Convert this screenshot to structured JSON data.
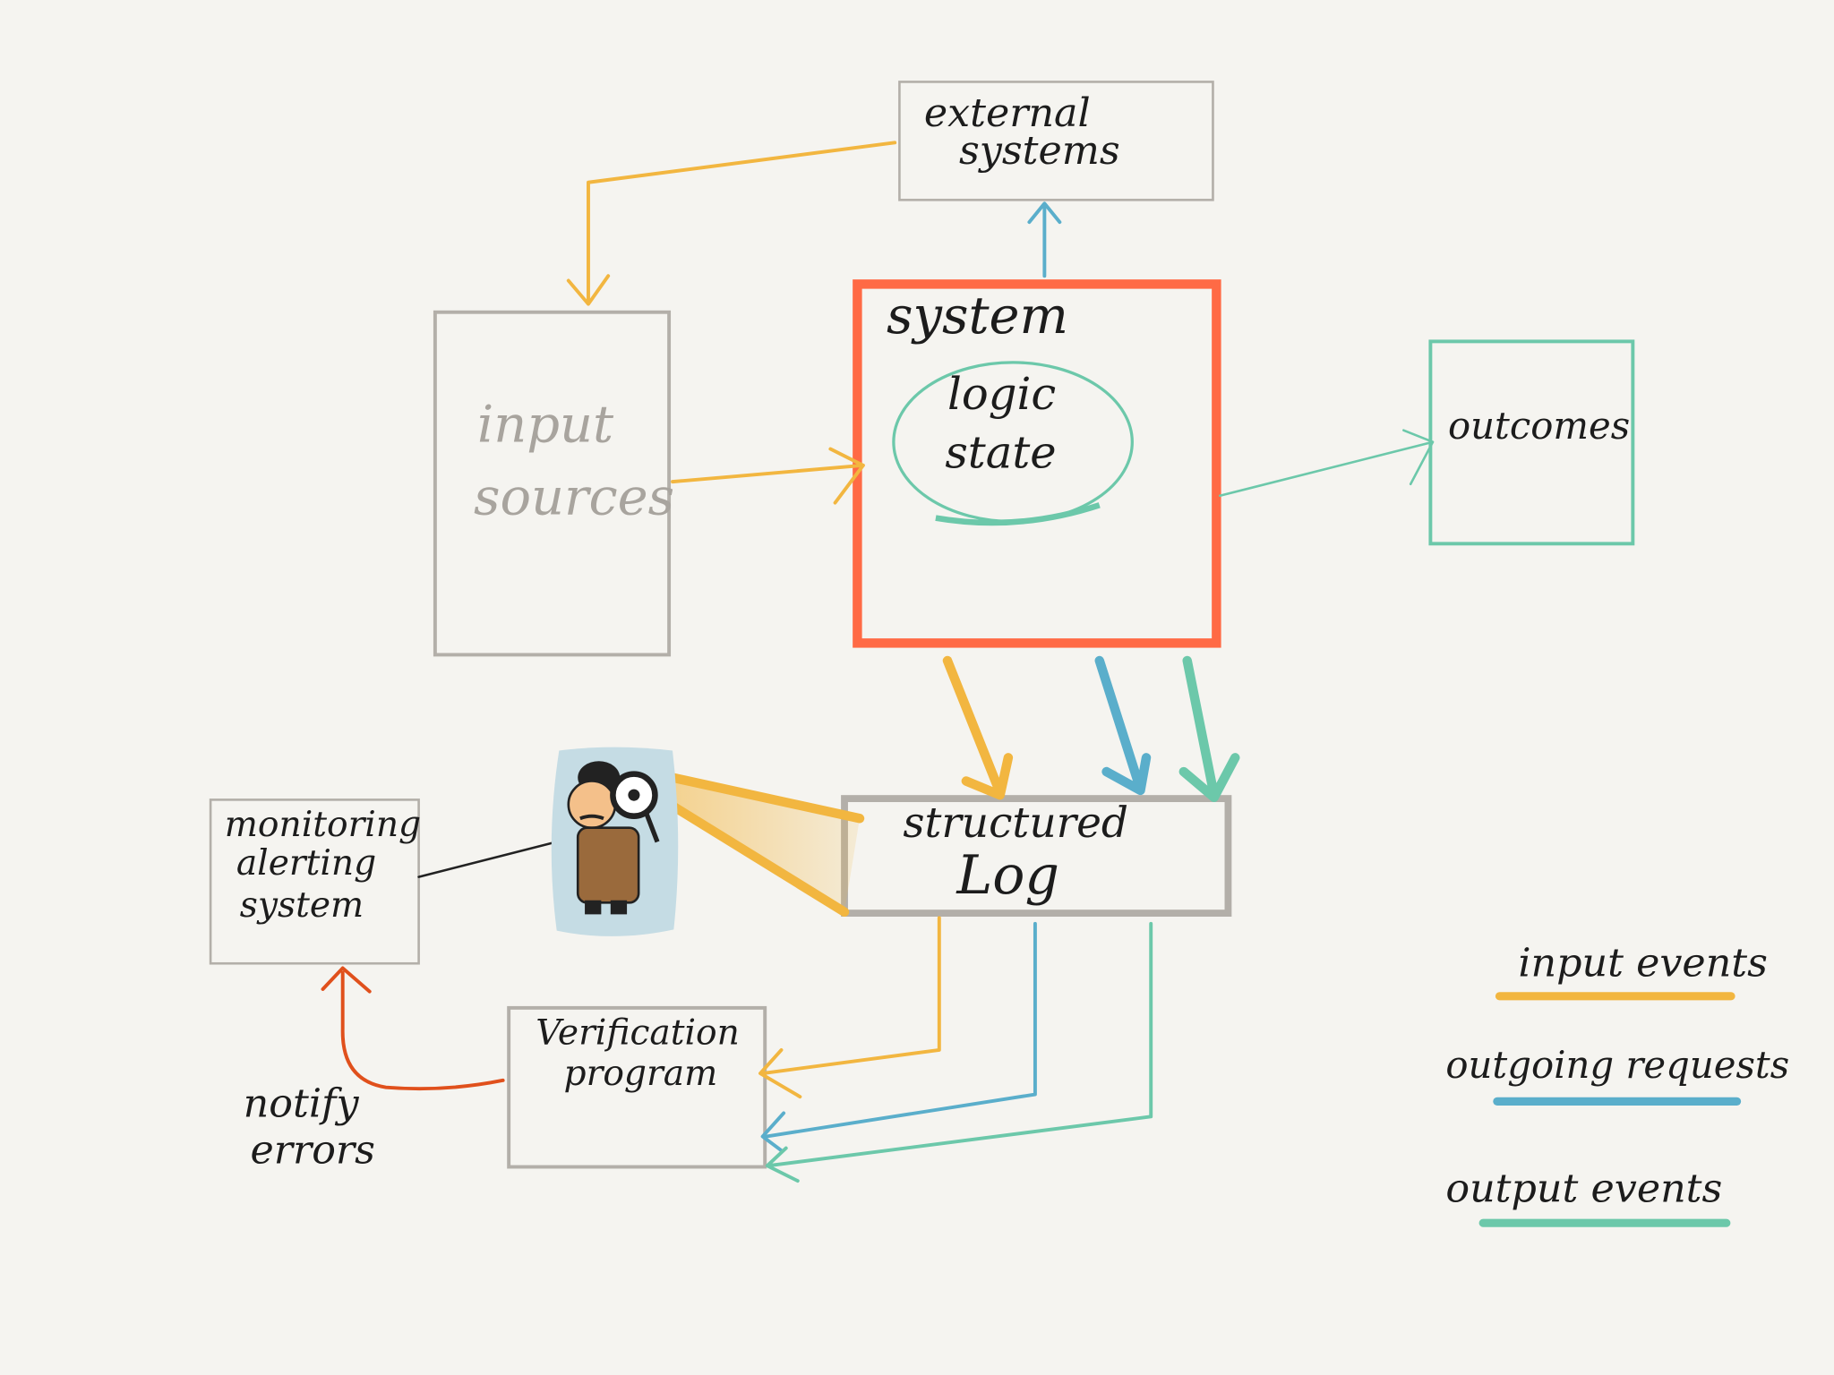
{
  "nodes": {
    "external_systems": [
      "external",
      "systems"
    ],
    "input_sources": [
      "input",
      "sources"
    ],
    "system": "system",
    "logic_state": [
      "logic",
      "state"
    ],
    "outcomes": "outcomes",
    "structured_log": [
      "structured",
      "Log"
    ],
    "monitoring": [
      "monitoring",
      "alerting",
      "system"
    ],
    "verification": [
      "Verification",
      "program"
    ],
    "notify_errors": [
      "notify",
      "errors"
    ]
  },
  "legend": [
    {
      "label": "input events",
      "color": "#f2b640"
    },
    {
      "label": "outgoing requests",
      "color": "#5aaecb"
    },
    {
      "label": "output events",
      "color": "#6cc8aa"
    }
  ],
  "colors": {
    "system_border": "#ff6a45",
    "box_gray": "#b3afa9",
    "error_arrow": "#e0501c",
    "background": "#f5f4f0"
  }
}
